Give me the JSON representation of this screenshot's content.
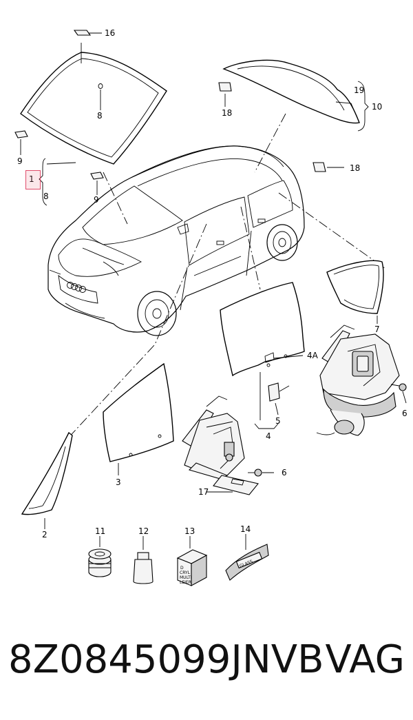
{
  "callouts": [
    "1",
    "2",
    "3",
    "4",
    "4A",
    "5",
    "6",
    "6",
    "7",
    "8",
    "8",
    "9",
    "9",
    "10",
    "11",
    "12",
    "13",
    "14",
    "16",
    "17",
    "18",
    "18",
    "19"
  ],
  "labels_print": {
    "label_13": [
      "D",
      "CRYL",
      "MULTI",
      "LEIER"
    ],
    "label_14": "GLASS"
  },
  "footer": {
    "part_number": "8Z0845099JNVB",
    "brand": "VAG"
  }
}
